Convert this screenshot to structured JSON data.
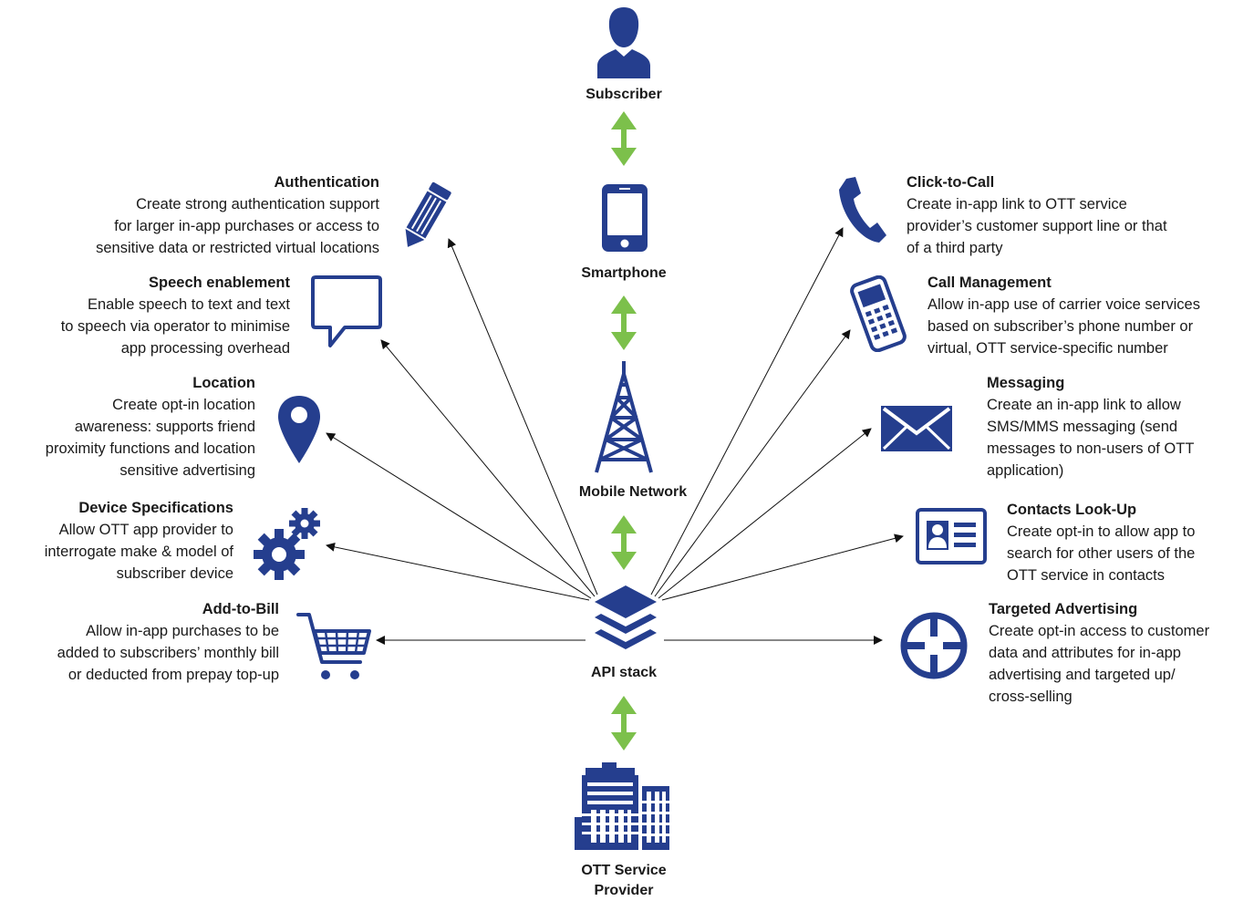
{
  "colors": {
    "icon": "#253e8e",
    "arrow_green": "#7cc04b",
    "line": "#111111"
  },
  "nodes": {
    "subscriber": "Subscriber",
    "smartphone": "Smartphone",
    "mobile_network": "Mobile Network",
    "api_stack": "API stack",
    "ott_provider_1": "OTT Service",
    "ott_provider_2": "Provider"
  },
  "features_left": [
    {
      "icon": "pencil-icon",
      "title": "Authentication",
      "lines": [
        "Create strong authentication support",
        "for larger in-app purchases or access to",
        "sensitive data or restricted virtual locations"
      ]
    },
    {
      "icon": "speech-bubble-icon",
      "title": "Speech enablement",
      "lines": [
        "Enable speech to text and text",
        "to speech via operator to minimise",
        "app processing overhead"
      ]
    },
    {
      "icon": "location-pin-icon",
      "title": "Location",
      "lines": [
        "Create opt-in location",
        "awareness: supports friend",
        "proximity functions and location",
        "sensitive advertising"
      ]
    },
    {
      "icon": "gears-icon",
      "title": "Device Specifications",
      "lines": [
        "Allow OTT app provider to",
        "interrogate make & model of",
        "subscriber device"
      ]
    },
    {
      "icon": "shopping-cart-icon",
      "title": "Add-to-Bill",
      "lines": [
        "Allow in-app purchases to be",
        "added to subscribers’ monthly bill",
        "or deducted from prepay top-up"
      ]
    }
  ],
  "features_right": [
    {
      "icon": "phone-handset-icon",
      "title": "Click-to-Call",
      "lines": [
        "Create in-app link to OTT service",
        "provider’s customer support line or that",
        "of a third party"
      ]
    },
    {
      "icon": "mobile-phone-icon",
      "title": "Call Management",
      "lines": [
        "Allow in-app use of carrier voice services",
        "based on subscriber’s phone number or",
        "virtual, OTT service-specific number"
      ]
    },
    {
      "icon": "envelope-icon",
      "title": "Messaging",
      "lines": [
        "Create an in-app link to allow",
        "SMS/MMS messaging (send",
        "messages to non-users of OTT",
        "application)"
      ]
    },
    {
      "icon": "contact-card-icon",
      "title": "Contacts Look-Up",
      "lines": [
        "Create opt-in to allow app to",
        "search for other users of the",
        "OTT service in contacts"
      ]
    },
    {
      "icon": "crosshair-icon",
      "title": "Targeted Advertising",
      "lines": [
        "Create opt-in access to customer",
        "data and attributes for in-app",
        "advertising and targeted up/",
        "cross-selling"
      ]
    }
  ]
}
